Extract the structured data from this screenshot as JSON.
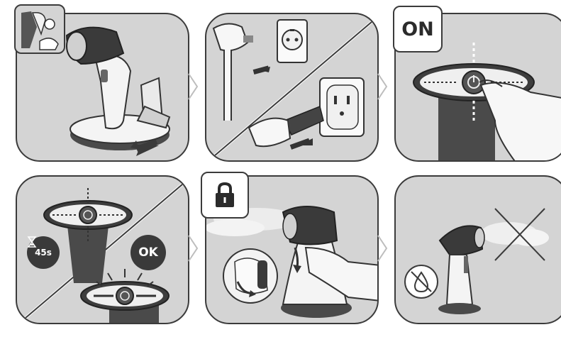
{
  "steps": [
    {
      "label": "",
      "icon": "attach-nozzle-icon"
    },
    {
      "label": "",
      "icon": "plug-in-icon"
    },
    {
      "label": "ON",
      "icon": "power-on-icon"
    },
    {
      "label": "45s",
      "icon": "hourglass-icon",
      "ok_label": "OK"
    },
    {
      "label": "",
      "icon": "lock-icon"
    },
    {
      "label": "",
      "icon": "no-water-icon"
    }
  ]
}
